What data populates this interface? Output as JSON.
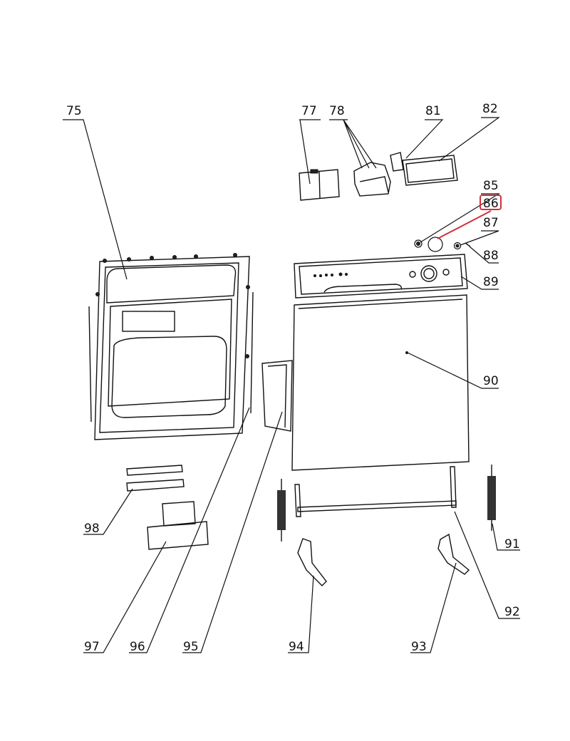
{
  "diagram": {
    "title": "Dishwasher door exploded parts diagram",
    "highlight_color": "#d0313b",
    "highlighted_part": "86",
    "part_labels": {
      "p75": "75",
      "p77": "77",
      "p78": "78",
      "p81": "81",
      "p82": "82",
      "p85": "85",
      "p86": "86",
      "p87": "87",
      "p88": "88",
      "p89": "89",
      "p90": "90",
      "p91": "91",
      "p92": "92",
      "p93": "93",
      "p94": "94",
      "p95": "95",
      "p96": "96",
      "p97": "97",
      "p98": "98"
    }
  }
}
